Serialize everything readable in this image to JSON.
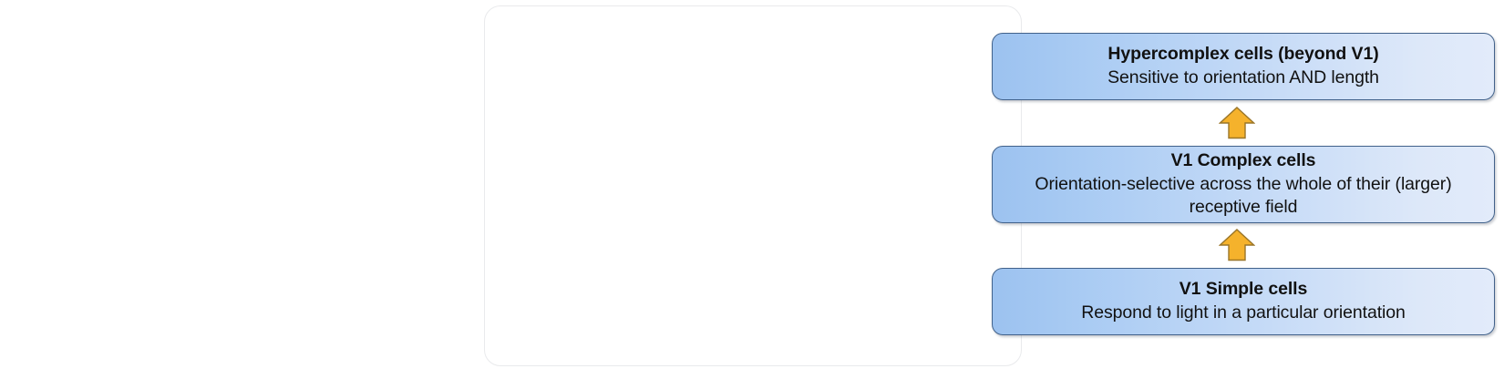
{
  "diagram": {
    "name": "visual-cortex-cell-hierarchy",
    "colors": {
      "box_fill_left": "#9CC2F0",
      "box_fill_right": "#E2EBFA",
      "box_border": "#41618A",
      "frame_border": "#E9EAEC",
      "arrow_fill": "#F5B22C",
      "arrow_border": "#9A7528",
      "text": "#111111",
      "background": "#FFFFFF"
    },
    "levels": [
      {
        "id": "hypercomplex",
        "title": "Hypercomplex cells (beyond V1)",
        "subtitle": "Sensitive to orientation AND length"
      },
      {
        "id": "v1-complex",
        "title": "V1 Complex cells",
        "subtitle": "Orientation-selective across the whole of their (larger) receptive field"
      },
      {
        "id": "v1-simple",
        "title": "V1 Simple cells",
        "subtitle": "Respond to light in a particular orientation"
      }
    ],
    "connectors": [
      {
        "id": "arrow-simple-to-complex",
        "icon": "arrow-up-icon",
        "direction": "up"
      },
      {
        "id": "arrow-complex-to-hypercomplex",
        "icon": "arrow-up-icon",
        "direction": "up"
      }
    ]
  }
}
